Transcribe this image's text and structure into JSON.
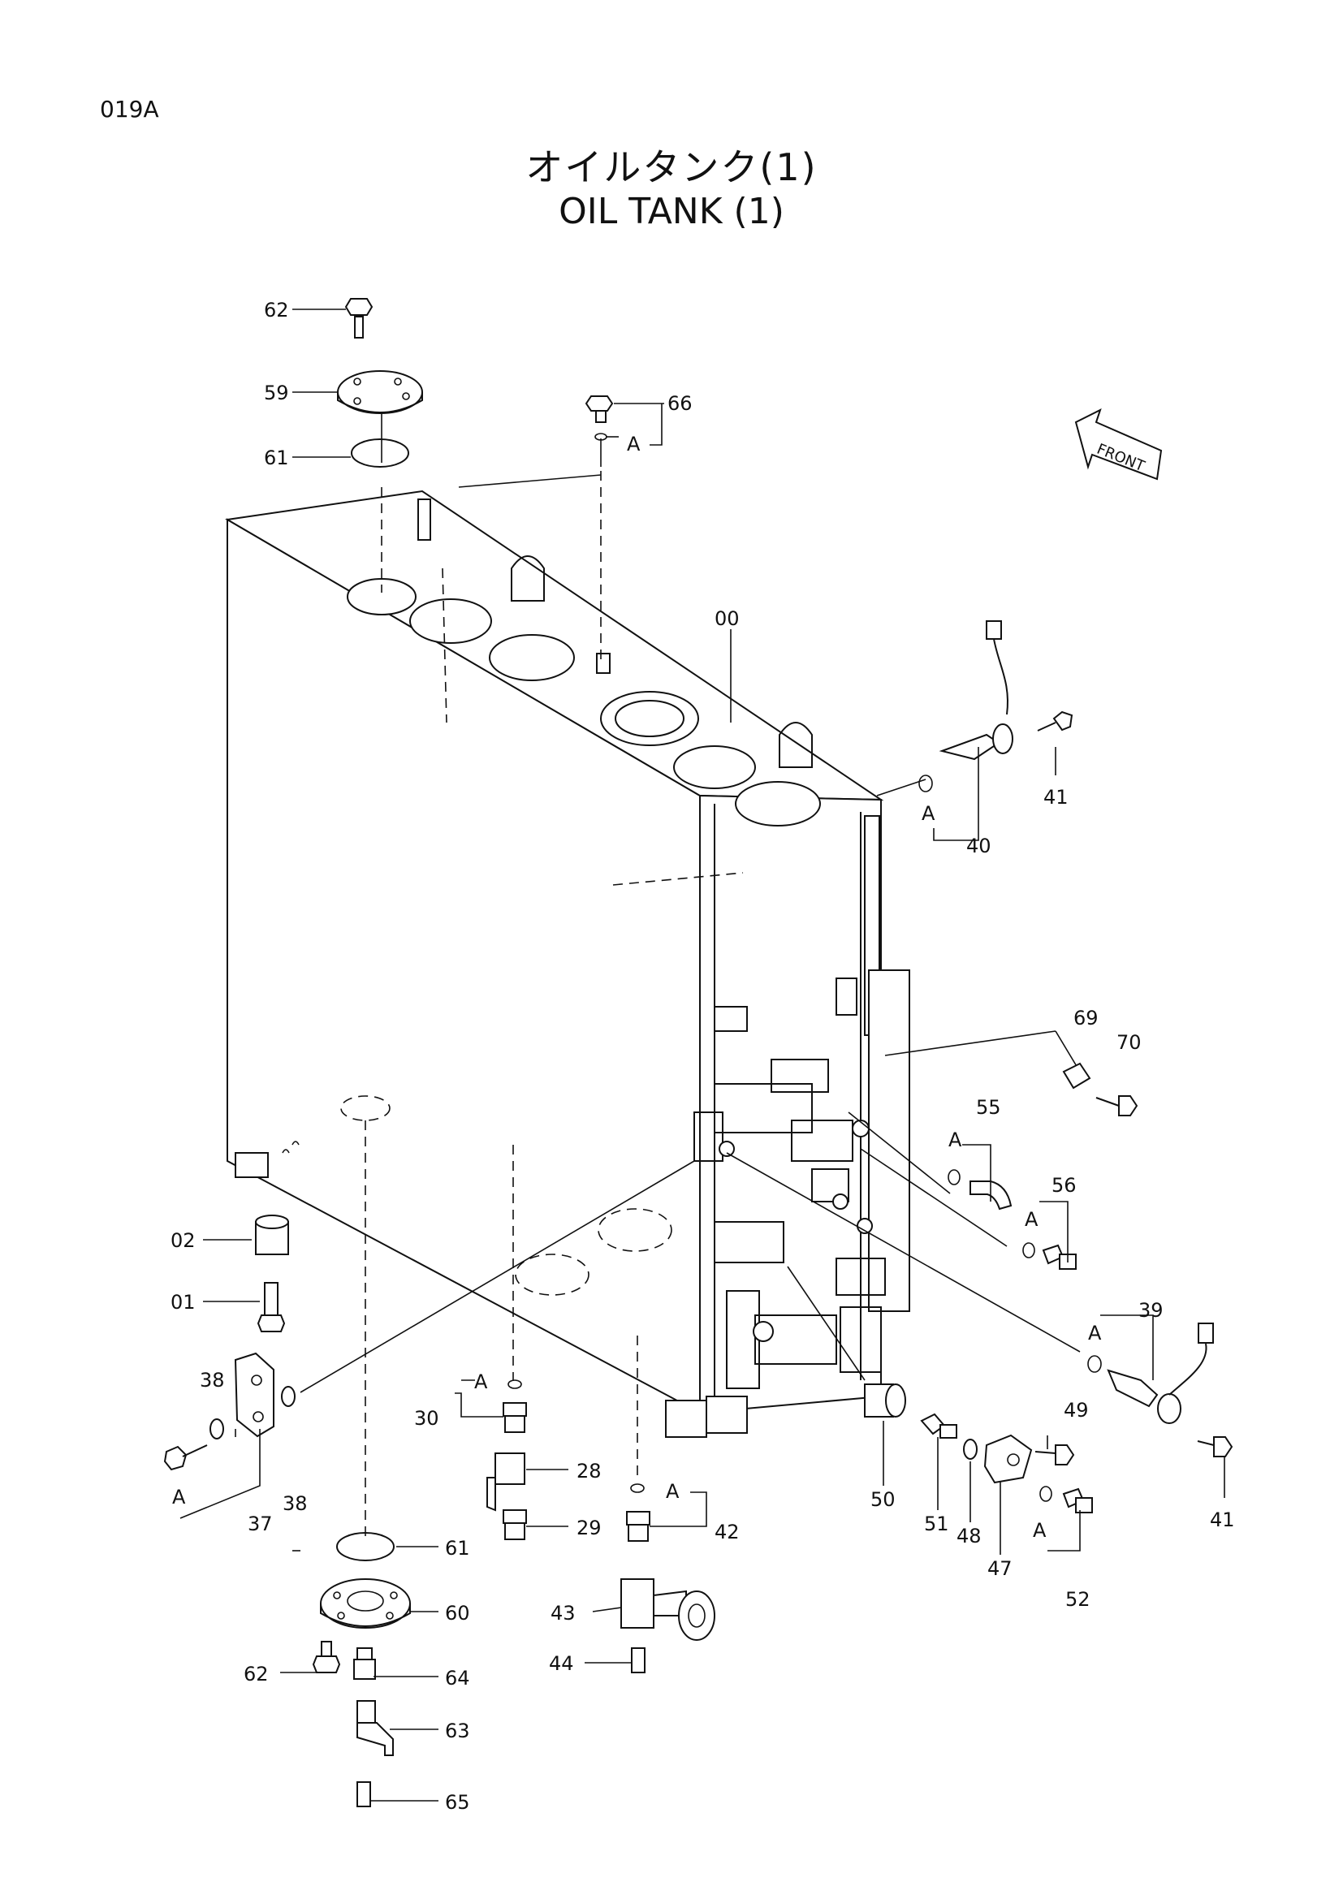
{
  "page_code": "019A",
  "title_jp": "オイルタンク(1)",
  "title_en": "OIL TANK (1)",
  "front_label": "FRONT",
  "callouts": [
    {
      "id": "c62a",
      "label": "62"
    },
    {
      "id": "c59",
      "label": "59"
    },
    {
      "id": "c61a",
      "label": "61"
    },
    {
      "id": "c66",
      "label": "66"
    },
    {
      "id": "cA1",
      "label": "A"
    },
    {
      "id": "c00",
      "label": "00"
    },
    {
      "id": "c41a",
      "label": "41"
    },
    {
      "id": "cA2",
      "label": "A"
    },
    {
      "id": "c40",
      "label": "40"
    },
    {
      "id": "c69",
      "label": "69"
    },
    {
      "id": "c70",
      "label": "70"
    },
    {
      "id": "c55",
      "label": "55"
    },
    {
      "id": "cA3",
      "label": "A"
    },
    {
      "id": "c56",
      "label": "56"
    },
    {
      "id": "cA4",
      "label": "A"
    },
    {
      "id": "c02",
      "label": "02"
    },
    {
      "id": "c01",
      "label": "01"
    },
    {
      "id": "c39",
      "label": "39"
    },
    {
      "id": "cA5",
      "label": "A"
    },
    {
      "id": "c38a",
      "label": "38"
    },
    {
      "id": "cA6",
      "label": "A"
    },
    {
      "id": "c30",
      "label": "30"
    },
    {
      "id": "c28",
      "label": "28"
    },
    {
      "id": "c29",
      "label": "29"
    },
    {
      "id": "cA7",
      "label": "A"
    },
    {
      "id": "c42",
      "label": "42"
    },
    {
      "id": "c50",
      "label": "50"
    },
    {
      "id": "c51",
      "label": "51"
    },
    {
      "id": "c48",
      "label": "48"
    },
    {
      "id": "c47",
      "label": "47"
    },
    {
      "id": "c49",
      "label": "49"
    },
    {
      "id": "cA8",
      "label": "A"
    },
    {
      "id": "c52",
      "label": "52"
    },
    {
      "id": "c41b",
      "label": "41"
    },
    {
      "id": "cA9",
      "label": "A"
    },
    {
      "id": "c37",
      "label": "37"
    },
    {
      "id": "c38b",
      "label": "38"
    },
    {
      "id": "c61b",
      "label": "61"
    },
    {
      "id": "c60",
      "label": "60"
    },
    {
      "id": "c43",
      "label": "43"
    },
    {
      "id": "c62b",
      "label": "62"
    },
    {
      "id": "c64",
      "label": "64"
    },
    {
      "id": "c44",
      "label": "44"
    },
    {
      "id": "c63",
      "label": "63"
    },
    {
      "id": "c65",
      "label": "65"
    }
  ]
}
